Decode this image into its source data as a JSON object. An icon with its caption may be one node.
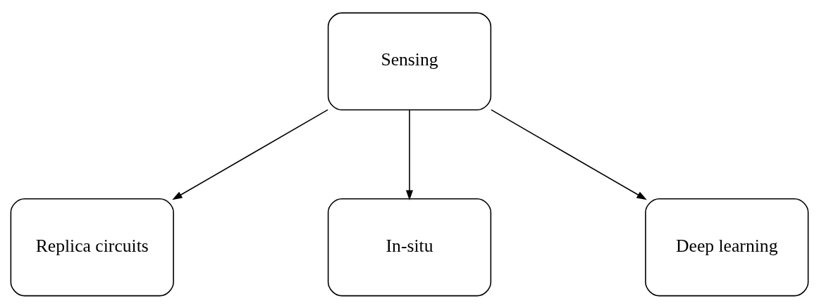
{
  "diagram": {
    "nodes": [
      {
        "text": [
          "Sensing"
        ]
      },
      {
        "text": [
          "Replica circuits"
        ]
      },
      {
        "text": [
          "In-situ"
        ]
      },
      {
        "text": [
          "Deep learning"
        ]
      }
    ],
    "edges": [
      {
        "from": 0,
        "to": 1,
        "arrow": "to"
      },
      {
        "from": 0,
        "to": 2,
        "arrow": "to"
      },
      {
        "from": 0,
        "to": 3,
        "arrow": "to"
      }
    ]
  }
}
